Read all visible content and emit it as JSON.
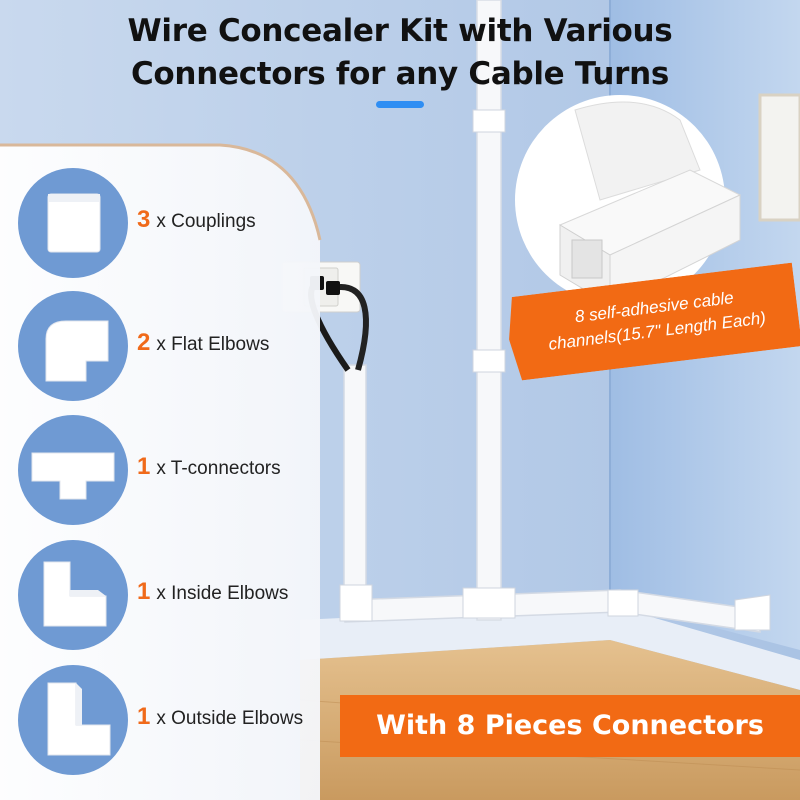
{
  "heading": {
    "line1": "Wire Concealer Kit with Various",
    "line2": "Connectors for any Cable Turns"
  },
  "colors": {
    "accent_orange": "#f26a14",
    "accent_blue": "#2f8ef3",
    "wall_blue": "#b9cde6",
    "thumb_blue": "#6f9ad3",
    "floor_wood": "#d9b07a"
  },
  "connectors": [
    {
      "qty": "3",
      "label": "x Couplings",
      "icon": "coupling-icon"
    },
    {
      "qty": "2",
      "label": "x Flat Elbows",
      "icon": "flat-elbow-icon"
    },
    {
      "qty": "1",
      "label": "x T-connectors",
      "icon": "t-connector-icon"
    },
    {
      "qty": "1",
      "label": "x Inside Elbows",
      "icon": "inside-elbow-icon"
    },
    {
      "qty": "1",
      "label": "x Outside Elbows",
      "icon": "outside-elbow-icon"
    }
  ],
  "callout": {
    "line1": "8 self-adhesive cable",
    "line2": "channels(15.7\" Length Each)"
  },
  "banner": {
    "text": "With 8 Pieces Connectors"
  }
}
